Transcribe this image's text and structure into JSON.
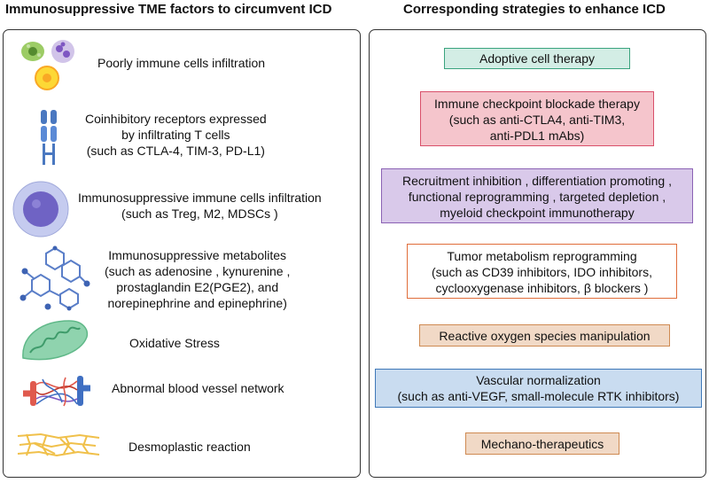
{
  "headers": {
    "left": "Immunosuppressive TME factors to circumvent ICD",
    "right": "Corresponding strategies to enhance ICD"
  },
  "factors": [
    {
      "icon": "immune-cells-icon",
      "lines": [
        "Poorly immune cells infiltration"
      ]
    },
    {
      "icon": "receptor-icon",
      "lines": [
        "Coinhibitory receptors expressed",
        "by infiltrating T cells",
        "(such as CTLA-4, TIM-3, PD-L1)"
      ]
    },
    {
      "icon": "suppressive-cell-icon",
      "lines": [
        "Immunosuppressive immune cells infiltration",
        "(such as Treg, M2, MDSCs )"
      ]
    },
    {
      "icon": "metabolite-molecule-icon",
      "lines": [
        "Immunosuppressive metabolites",
        "(such as adenosine , kynurenine ,",
        "prostaglandin E2(PGE2), and",
        "norepinephrine and epinephrine)"
      ]
    },
    {
      "icon": "mitochondrion-icon",
      "lines": [
        "Oxidative Stress"
      ]
    },
    {
      "icon": "blood-vessel-icon",
      "lines": [
        "Abnormal blood vessel network"
      ]
    },
    {
      "icon": "fiber-network-icon",
      "lines": [
        "Desmoplastic reaction"
      ]
    }
  ],
  "strategies": [
    {
      "lines": [
        "Adoptive cell therapy"
      ],
      "bg": "#d3ede5",
      "border": "#3aa37e"
    },
    {
      "lines": [
        "Immune checkpoint blockade therapy",
        "(such as anti-CTLA4, anti-TIM3,",
        "anti-PDL1 mAbs)"
      ],
      "bg": "#f5c5cc",
      "border": "#d9506a"
    },
    {
      "lines": [
        "Recruitment inhibition , differentiation promoting ,",
        "functional reprogramming , targeted depletion ,",
        "myeloid checkpoint immunotherapy"
      ],
      "bg": "#d9c9ea",
      "border": "#8b62b4"
    },
    {
      "lines": [
        "Tumor metabolism reprogramming",
        "(such as CD39 inhibitors, IDO inhibitors,",
        "cyclooxygenase inhibitors, β blockers )"
      ],
      "bg": "#ffffff",
      "border": "#e06d3a"
    },
    {
      "lines": [
        "Reactive oxygen species manipulation"
      ],
      "bg": "#f1d9c6",
      "border": "#cf8a52"
    },
    {
      "lines": [
        "Vascular normalization",
        "(such as anti-VEGF, small-molecule RTK inhibitors)"
      ],
      "bg": "#c9dcf0",
      "border": "#3f78b8"
    },
    {
      "lines": [
        "Mechano-therapeutics"
      ],
      "bg": "#f1d9c6",
      "border": "#cf8a52"
    }
  ]
}
